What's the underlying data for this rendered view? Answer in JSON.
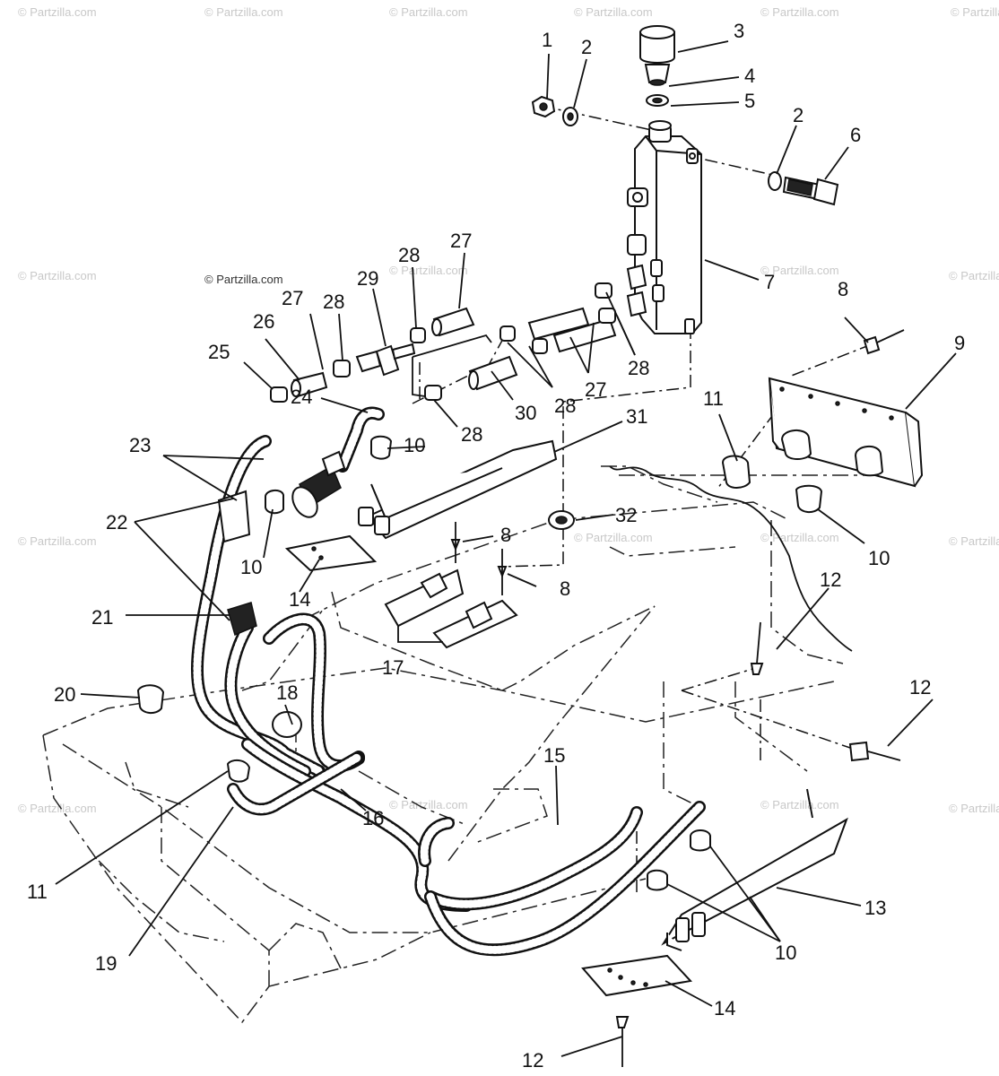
{
  "watermark": "© Partzilla.com",
  "callouts": {
    "c1": "1",
    "c2a": "2",
    "c2b": "2",
    "c3": "3",
    "c4": "4",
    "c5": "5",
    "c6": "6",
    "c7": "7",
    "c8a": "8",
    "c8b": "8",
    "c8c": "8",
    "c9": "9",
    "c10a": "10",
    "c10b": "10",
    "c10c": "10",
    "c10d": "10",
    "c11a": "11",
    "c11b": "11",
    "c12a": "12",
    "c12b": "12",
    "c12c": "12",
    "c13": "13",
    "c14a": "14",
    "c14b": "14",
    "c15": "15",
    "c16": "16",
    "c17": "17",
    "c18": "18",
    "c19": "19",
    "c20": "20",
    "c21": "21",
    "c22": "22",
    "c23": "23",
    "c24": "24",
    "c25": "25",
    "c26": "26",
    "c27a": "27",
    "c27b": "27",
    "c27c": "27",
    "c28a": "28",
    "c28b": "28",
    "c28c": "28",
    "c28d": "28",
    "c28e": "28",
    "c29": "29",
    "c30": "30",
    "c31": "31",
    "c32": "32"
  }
}
